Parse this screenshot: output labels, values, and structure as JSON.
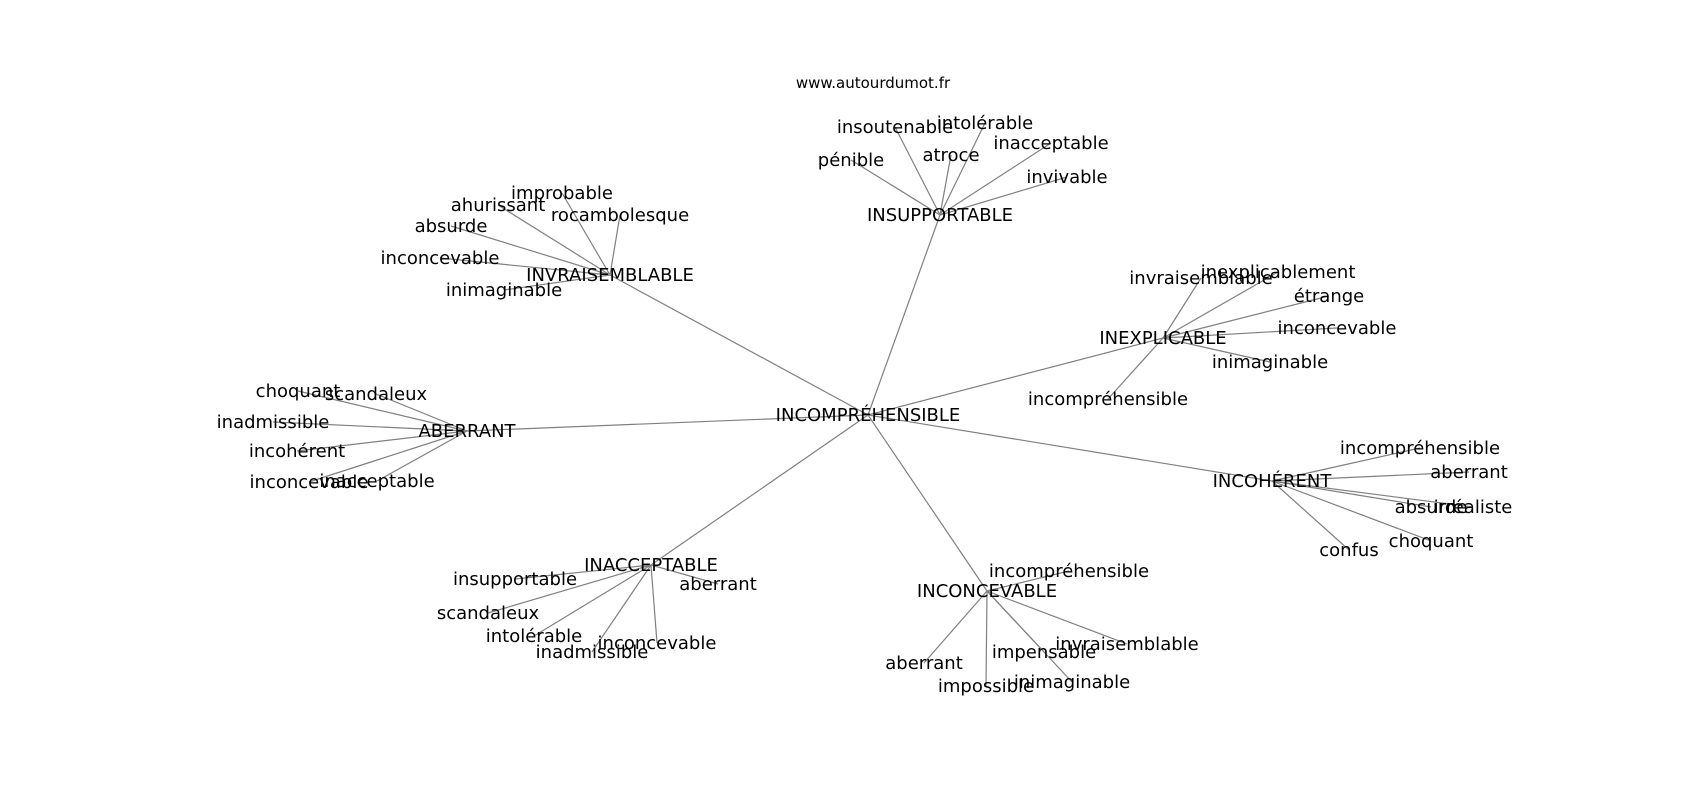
{
  "watermark": "www.autourdumot.fr",
  "root": "INCOMPRÉHENSIBLE",
  "clusters": [
    {
      "word": "INSUPPORTABLE",
      "synonyms": [
        "pénible",
        "insoutenable",
        "intolérable",
        "atroce",
        "inacceptable",
        "invivable"
      ]
    },
    {
      "word": "INVRAISEMBLABLE",
      "synonyms": [
        "improbable",
        "ahurissant",
        "rocambolesque",
        "absurde",
        "inconcevable",
        "inimaginable"
      ]
    },
    {
      "word": "INEXPLICABLE",
      "synonyms": [
        "invraisemblable",
        "inexplicablement",
        "étrange",
        "inconcevable",
        "inimaginable",
        "incompréhensible"
      ]
    },
    {
      "word": "ABERRANT",
      "synonyms": [
        "choquant",
        "scandaleux",
        "inadmissible",
        "incohérent",
        "inconcevable",
        "inacceptable"
      ]
    },
    {
      "word": "INCOHÉRENT",
      "synonyms": [
        "incompréhensible",
        "aberrant",
        "absurde",
        "irréaliste",
        "choquant",
        "confus"
      ]
    },
    {
      "word": "INACCEPTABLE",
      "synonyms": [
        "insupportable",
        "aberrant",
        "scandaleux",
        "intolérable",
        "inadmissible",
        "inconcevable"
      ]
    },
    {
      "word": "INCONCEVABLE",
      "synonyms": [
        "incompréhensible",
        "invraisemblable",
        "impensable",
        "aberrant",
        "impossible",
        "inimaginable"
      ]
    }
  ]
}
